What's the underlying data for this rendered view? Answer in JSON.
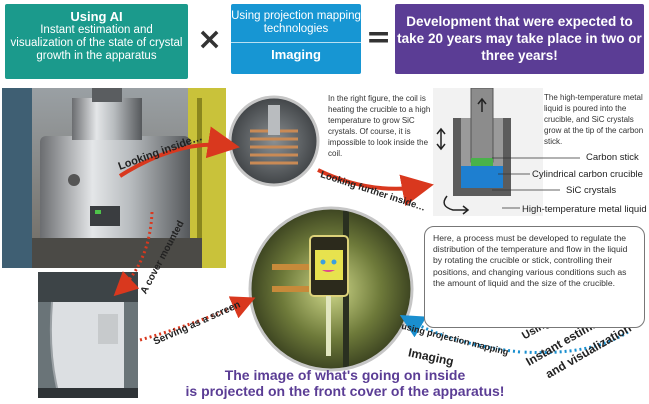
{
  "ai_box": {
    "heading": "Using AI",
    "text": "Instant estimation and visualization of the state of crystal growth in the apparatus"
  },
  "times_sign": "×",
  "pm_box": {
    "text": "Using projection mapping technologies",
    "heading": "Imaging"
  },
  "equals_sign": "=",
  "dev_box": {
    "text": "Development that were expected to take 20 years may take place in two or three years!"
  },
  "coil_caption": "In the right figure, the coil is heating the crucible to a high temperature to grow SiC crystals. Of course, it is impossible to look inside the coil.",
  "metal_caption": "The high-temperature metal liquid is poured into the crucible, and SiC crystals grow at the tip of the carbon stick.",
  "legend": {
    "carbon_stick": "Carbon stick",
    "crucible": "Cylindrical carbon crucible",
    "crystals": "SiC crystals",
    "metal": "High-temperature metal liquid"
  },
  "arrows": {
    "looking_inside": "Looking inside…",
    "looking_further": "Looking further inside…",
    "cover_mounted": "A cover mounted",
    "serving_screen": "Serving as a screen",
    "using_ai": "Using AI",
    "instant": "Instant estimation",
    "and_vis": "and visualization",
    "using_pm": "using projection mapping",
    "imaging": "Imaging"
  },
  "process_text": "Here, a process must be developed to regulate the distribution of the temperature and flow in the liquid by rotating the crucible or stick, controlling their positions, and changing various conditions such as the amount of liquid and the size of the crucible.",
  "bottom_line1": "The image of what's going on inside",
  "bottom_line2": "is projected on the front cover of the apparatus!",
  "colors": {
    "teal": "#1b9a8c",
    "blue": "#1796d3",
    "purple": "#5b3d95",
    "red_arrow": "#d9381e",
    "blue_arrow": "#1a8fcf"
  }
}
